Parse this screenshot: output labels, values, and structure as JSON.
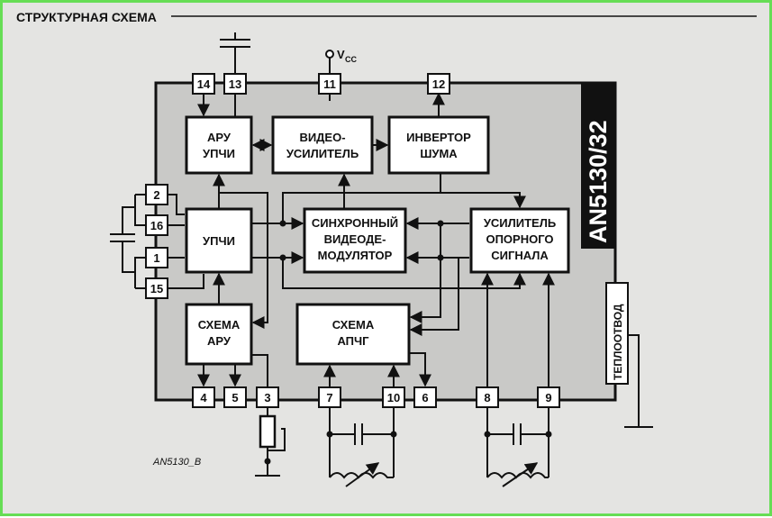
{
  "header": {
    "title": "СТРУКТУРНАЯ СХЕМА"
  },
  "chip": {
    "name": "AN5130/32"
  },
  "heatsink": {
    "label": "ТЕПЛООТВОД"
  },
  "supply": {
    "label": "V",
    "sub": "CC"
  },
  "blocks": {
    "aru_upchi": [
      "АРУ",
      "УПЧИ"
    ],
    "video_amp": [
      "ВИДЕО-",
      "УСИЛИТЕЛЬ"
    ],
    "noise_inv": [
      "ИНВЕРТОР",
      "ШУМА"
    ],
    "upchi": [
      "УПЧИ"
    ],
    "sync_demod": [
      "СИНХРОННЫЙ",
      "ВИДЕОДЕ-",
      "МОДУЛЯТОР"
    ],
    "ref_amp": [
      "УСИЛИТЕЛЬ",
      "ОПОРНОГО",
      "СИГНАЛА"
    ],
    "aru": [
      "СХЕМА",
      "АРУ"
    ],
    "apchg": [
      "СХЕМА",
      "АПЧГ"
    ]
  },
  "pins": {
    "p14": "14",
    "p13": "13",
    "p11": "11",
    "p12": "12",
    "p2": "2",
    "p16": "16",
    "p1": "1",
    "p15": "15",
    "p4": "4",
    "p5": "5",
    "p3": "3",
    "p7": "7",
    "p10": "10",
    "p6": "6",
    "p8": "8",
    "p9": "9"
  },
  "footer": {
    "caption": "AN5130_B"
  }
}
